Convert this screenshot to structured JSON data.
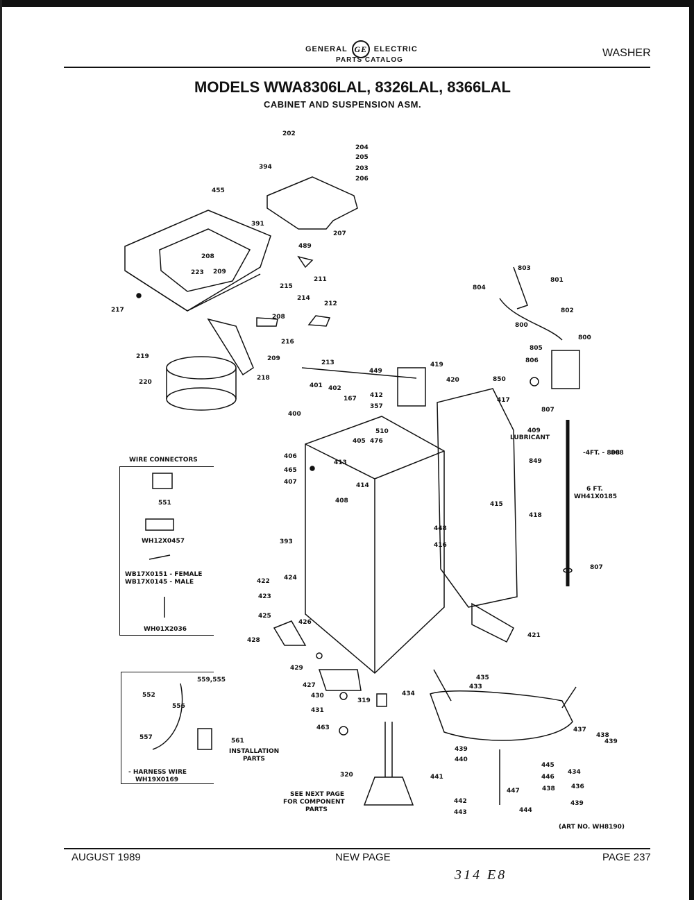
{
  "header": {
    "brand_left": "GENERAL",
    "brand_right": "ELECTRIC",
    "brand_logo": "ge-monogram",
    "catalog": "PARTS CATALOG",
    "section": "WASHER",
    "title": "MODELS WWA8306LAL, 8326LAL, 8366LAL",
    "subtitle": "CABINET AND SUSPENSION ASM."
  },
  "footer": {
    "date": "AUGUST 1989",
    "status": "NEW PAGE",
    "page": "PAGE 237",
    "handwritten": "314 E8"
  },
  "callouts": {
    "wire_connectors": "WIRE CONNECTORS",
    "wh12x0457": "WH12X0457",
    "wb17x0151": "WB17X0151 - FEMALE",
    "wb17x0145": "WB17X0145 - MALE",
    "wh01x2036": "WH01X2036",
    "installation": "INSTALLATION",
    "parts": "PARTS",
    "harness": "- HARNESS WIRE",
    "harness_part": "WH19X0169",
    "lubricant": "LUBRICANT",
    "hose_4ft": "-4FT. - 808",
    "hose_6ft": "6 FT.",
    "hose_6ft_part": "WH41X0185",
    "see_next_1": "SEE NEXT PAGE",
    "see_next_2": "FOR COMPONENT",
    "see_next_3": "PARTS",
    "art_no": "(ART NO. WH8190)"
  },
  "part_numbers": [
    "202",
    "204",
    "205",
    "203",
    "206",
    "394",
    "455",
    "391",
    "207",
    "489",
    "208",
    "223",
    "209",
    "211",
    "215",
    "214",
    "212",
    "217",
    "208",
    "216",
    "209",
    "213",
    "219",
    "218",
    "220",
    "803",
    "801",
    "804",
    "802",
    "800",
    "800",
    "805",
    "806",
    "850",
    "807",
    "409",
    "808",
    "807",
    "449",
    "419",
    "420",
    "417",
    "401",
    "402",
    "167",
    "412",
    "357",
    "400",
    "510",
    "405",
    "476",
    "406",
    "465",
    "407",
    "413",
    "414",
    "408",
    "415",
    "418",
    "849",
    "448",
    "416",
    "393",
    "551",
    "422",
    "424",
    "423",
    "425",
    "426",
    "428",
    "421",
    "429",
    "427",
    "430",
    "431",
    "463",
    "319",
    "320",
    "434",
    "433",
    "435",
    "437",
    "438",
    "439",
    "434",
    "439",
    "436",
    "445",
    "446",
    "438",
    "447",
    "441",
    "442",
    "443",
    "444",
    "440",
    "439",
    "552",
    "556",
    "559,555",
    "557",
    "561"
  ],
  "colors": {
    "ink": "#111111",
    "paper": "#ffffff"
  }
}
